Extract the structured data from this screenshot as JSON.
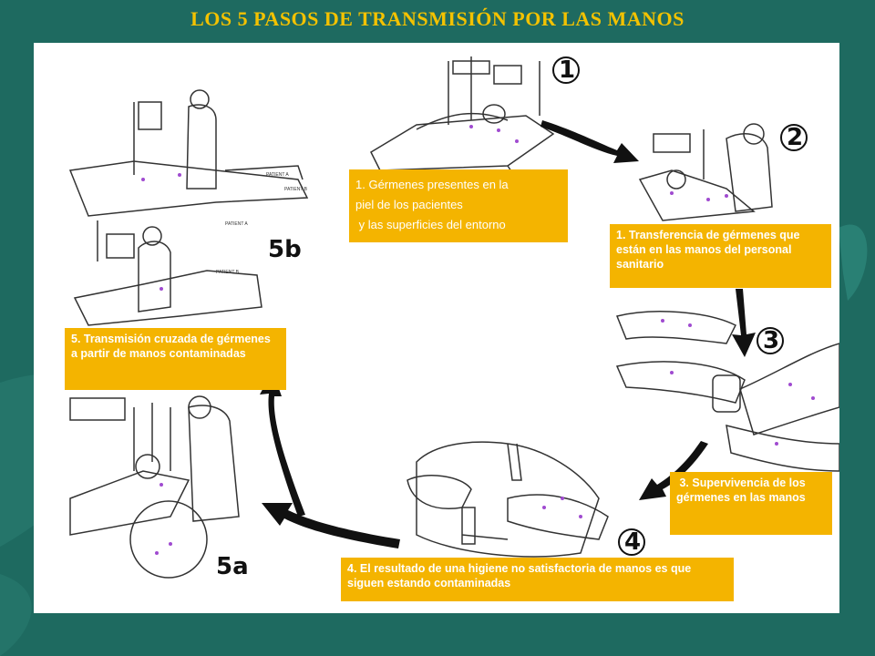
{
  "title": "LOS 5 PASOS DE TRANSMISIÓN POR LAS MANOS",
  "colors": {
    "background": "#1e6a60",
    "title": "#f3c200",
    "callout": "#f4b400",
    "germ_dots": "#a04bd0"
  },
  "steps": {
    "s1": {
      "label_lines": [
        "1. Gérmenes presentes en la",
        "piel de los pacientes",
        " y las superficies del entorno"
      ],
      "number": "1"
    },
    "s2": {
      "label": "1. Transferencia de gérmenes que están en las manos del personal sanitario",
      "number": "2"
    },
    "s3": {
      "label": " 3. Supervivencia de los gérmenes en las manos",
      "number": "3"
    },
    "s4": {
      "label": "4. El resultado de una higiene no satisfactoria de manos es que siguen estando contaminadas",
      "number": "4"
    },
    "s5": {
      "label": "5. Transmisión cruzada de gérmenes a partir de manos contaminadas",
      "number_a": "5a",
      "number_b": "5b"
    }
  },
  "bed_labels": [
    "PATIENT A",
    "PATIENT B",
    "PATIENT A",
    "PATIENT B"
  ],
  "icons": [
    "arrow-icon",
    "hospital-bed-illustration",
    "hands-illustration",
    "sink-illustration",
    "doctor-illustration"
  ]
}
